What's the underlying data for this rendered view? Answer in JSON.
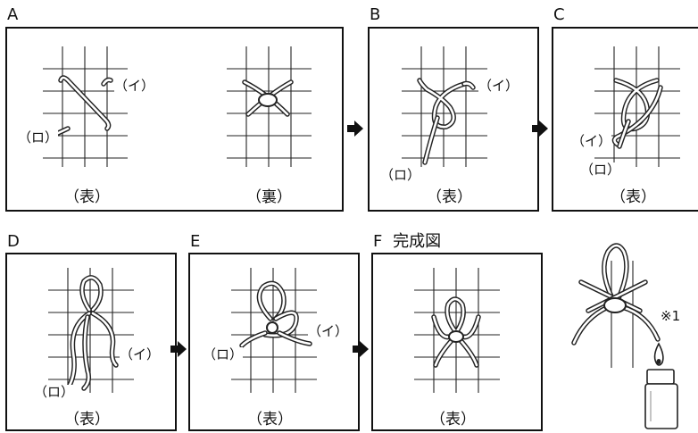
{
  "steps": [
    {
      "id": "A",
      "letter": "A",
      "captions": [
        "（表）",
        "（裏）"
      ],
      "labels": [
        "（イ）",
        "（ロ）"
      ]
    },
    {
      "id": "B",
      "letter": "B",
      "captions": [
        "（表）"
      ],
      "labels": [
        "（イ）",
        "（ロ）"
      ]
    },
    {
      "id": "C",
      "letter": "C",
      "captions": [
        "（表）"
      ],
      "labels": [
        "（イ）",
        "（ロ）"
      ]
    },
    {
      "id": "D",
      "letter": "D",
      "captions": [
        "（表）"
      ],
      "labels": [
        "（イ）",
        "（ロ）"
      ]
    },
    {
      "id": "E",
      "letter": "E",
      "captions": [
        "（表）"
      ],
      "labels": [
        "（イ）",
        "（ロ）"
      ]
    },
    {
      "id": "F",
      "letter": "F",
      "title": "完成図",
      "captions": [
        "（表）"
      ]
    }
  ],
  "note": "※1",
  "icons": [
    "arrow-right-icon",
    "lighter-icon"
  ]
}
